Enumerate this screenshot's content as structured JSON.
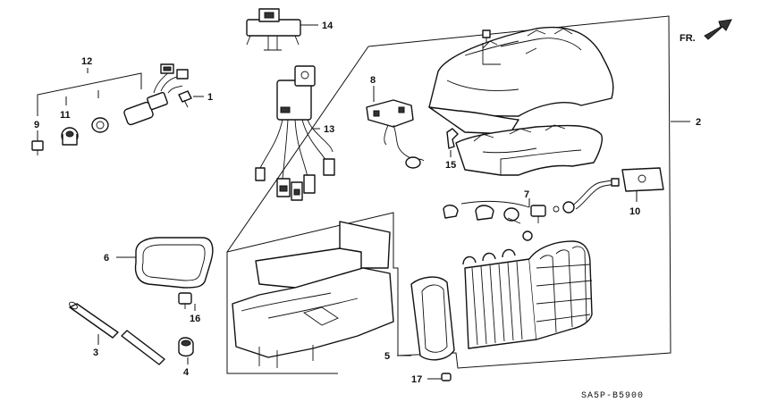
{
  "diagram": {
    "callouts": {
      "c1": "1",
      "c2": "2",
      "c3": "3",
      "c4": "4",
      "c5": "5",
      "c6": "6",
      "c7": "7",
      "c8": "8",
      "c9": "9",
      "c10": "10",
      "c11": "11",
      "c12": "12",
      "c13": "13",
      "c14": "14",
      "c15": "15",
      "c16": "16",
      "c17": "17"
    },
    "direction_label": "FR.",
    "drawing_code": "SA5P-B5900",
    "colors": {
      "ink": "#111111",
      "background": "#ffffff"
    }
  }
}
